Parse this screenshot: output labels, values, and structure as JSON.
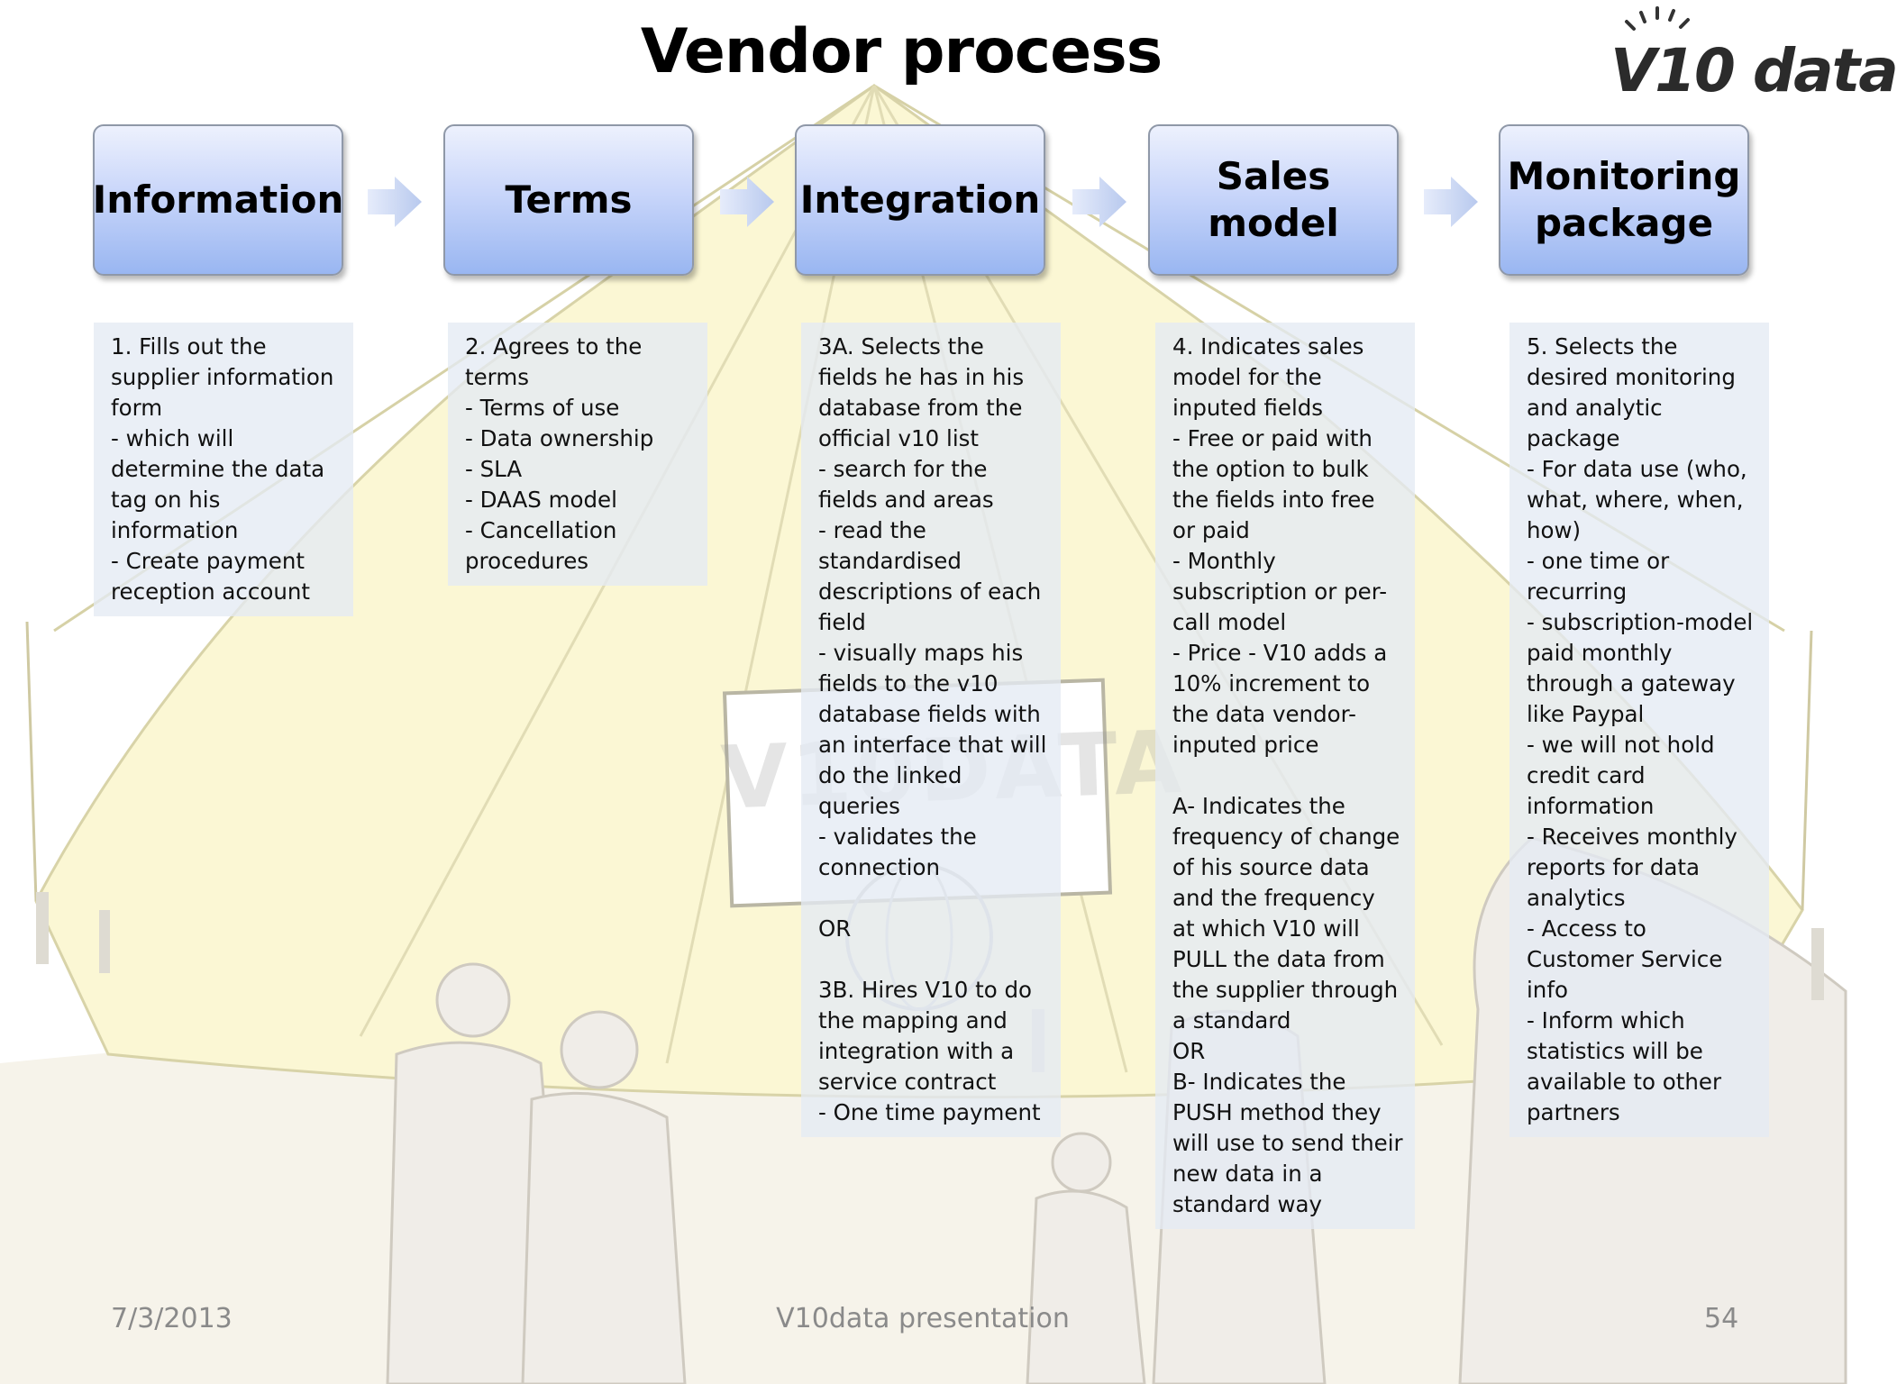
{
  "slide": {
    "title": "Vendor process",
    "logo_text": "V10 data",
    "steps": [
      {
        "label": "Information"
      },
      {
        "label": "Terms"
      },
      {
        "label": "Integration"
      },
      {
        "label": "Sales\nmodel"
      },
      {
        "label": "Monitoring\npackage"
      }
    ],
    "descriptions": [
      "1. Fills out the supplier information form\n- which will determine the data tag on his information\n- Create payment reception account",
      "2. Agrees to the terms\n- Terms of use\n- Data ownership\n- SLA\n- DAAS model\n- Cancellation procedures",
      "3A. Selects the fields he has in his database from the official v10 list\n- search for the fields and areas\n- read the standardised descriptions of each field\n- visually maps his fields to the v10 database fields with an interface that will do the linked queries\n- validates the connection\n\nOR\n\n3B. Hires V10 to do the mapping and integration with a service contract\n- One time payment",
      "4. Indicates sales model for the inputed fields\n- Free or paid with the option to bulk the fields into free or paid\n- Monthly subscription or per-call model\n- Price - V10 adds a 10% increment to the data vendor-inputed price\n\nA- Indicates the frequency of change of his source data and the frequency at which V10 will PULL the data from the supplier through a standard\nOR\nB- Indicates the PUSH method they will use to send their new data in a standard way",
      "5. Selects the desired monitoring and analytic package\n- For data use (who, what, where, when, how)\n- one time or recurring\n- subscription-model paid monthly through a gateway like Paypal\n- we will not hold credit card information\n- Receives monthly reports for data analytics\n- Access to Customer Service info\n- Inform which statistics will be available to other partners"
    ],
    "background_sign_text": "V10DATA",
    "footer": {
      "date": "7/3/2013",
      "center": "V10data presentation",
      "page": "54"
    }
  }
}
